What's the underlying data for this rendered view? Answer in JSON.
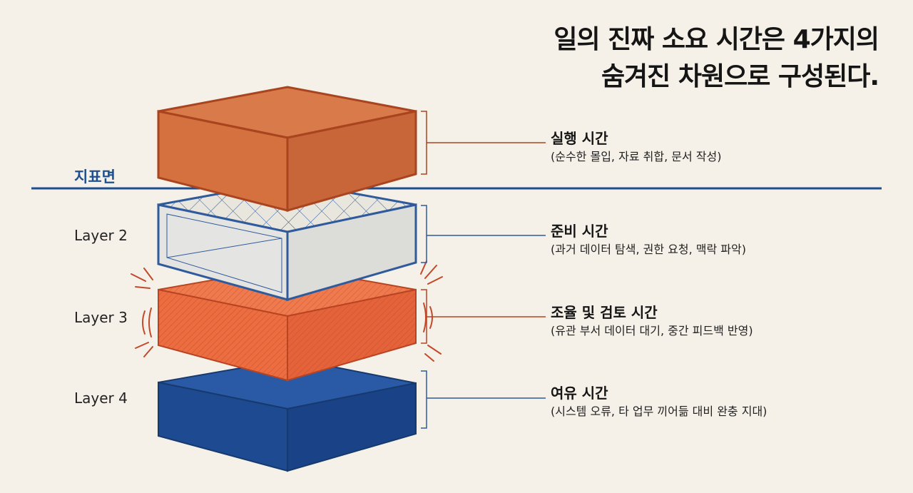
{
  "title": {
    "line1": "일의 진짜 소요 시간은 4가지의",
    "line2": "숨겨진 차원으로 구성된다."
  },
  "surface_label": "지표면",
  "layers": [
    {
      "side_label": "",
      "name": "실행 시간",
      "detail": "(순수한 몰입, 자료 취합, 문서 작성)"
    },
    {
      "side_label": "Layer 2",
      "name": "준비 시간",
      "detail": "(과거 데이터 탐색, 권한 요청, 맥락 파악)"
    },
    {
      "side_label": "Layer 3",
      "name": "조율 및 검토 시간",
      "detail": "(유관 부서 데이터 대기, 중간 피드백 반영)"
    },
    {
      "side_label": "Layer 4",
      "name": "여유 시간",
      "detail": "(시스템 오류, 타 업무 끼어듦 대비 완충 지대)"
    }
  ],
  "colors": {
    "execution": "#d4713f",
    "preparation": "#e4e4e2",
    "coordination": "#ec6d40",
    "buffer": "#1f4f9a",
    "surface_line": "#1d4f91"
  }
}
